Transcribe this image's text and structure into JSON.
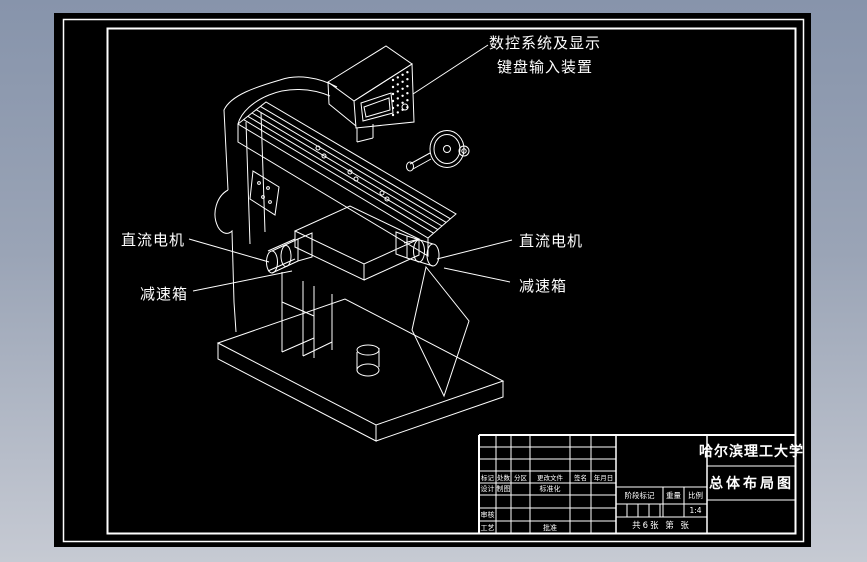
{
  "colors": {
    "app_bg_top": "#8794ab",
    "app_bg_bottom": "#c6cad3",
    "canvas": "#000000",
    "line": "#ffffff"
  },
  "annotations": {
    "cnc_label_line1": "数控系统及显示",
    "cnc_label_line2": "键盘输入装置",
    "left_dc_motor": "直流电机",
    "left_gearbox": "减速箱",
    "right_dc_motor": "直流电机",
    "right_gearbox": "减速箱"
  },
  "title_block": {
    "university": "哈尔滨理工大学",
    "drawing_title": "总体布局图",
    "rev_headers": {
      "mark": "标记",
      "count": "处数",
      "zone": "分区",
      "change_file": "更改文件",
      "signature": "签名",
      "date": "年月日"
    },
    "design": "设计",
    "draft": "制图",
    "standardization": "标准化",
    "audit": "审核",
    "process": "工艺",
    "approve": "批准",
    "stage_mark": "阶段标记",
    "weight": "重量",
    "scale_label": "比例",
    "scale_value": "1:4",
    "sheet_info": "共6张 第 张"
  }
}
